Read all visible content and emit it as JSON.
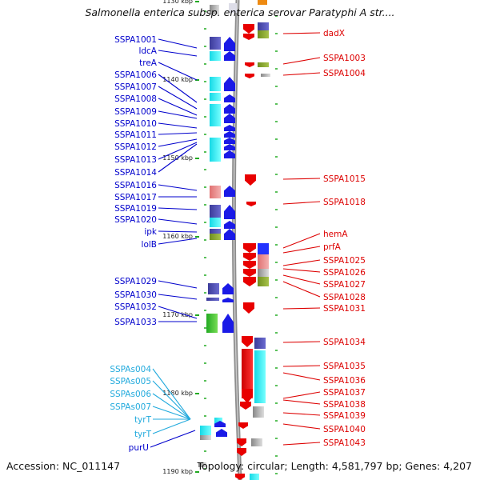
{
  "title": "Salmonella enterica subsp. enterica serovar Paratyphi A str....",
  "footer": {
    "accession": "Accession: NC_011147",
    "summary": "Topology: circular; Length: 4,581,797 bp; Genes: 4,207"
  },
  "colors": {
    "left_label": "#0000cc",
    "srna_label": "#22aadd",
    "right_label": "#dd0000",
    "backbone": "#999999",
    "tick": "#22aa22"
  },
  "axis_ticks": [
    "1130 kbp",
    "1140 kbp",
    "1150 kbp",
    "1160 kbp",
    "1170 kbp",
    "1180 kbp",
    "1190 kbp"
  ],
  "left_genes": [
    "SSPA1001",
    "ldcA",
    "treA",
    "SSPA1006",
    "SSPA1007",
    "SSPA1008",
    "SSPA1009",
    "SSPA1010",
    "SSPA1011",
    "SSPA1012",
    "SSPA1013",
    "SSPA1014",
    "SSPA1016",
    "SSPA1017",
    "SSPA1019",
    "SSPA1020",
    "ipk",
    "lolB",
    "SSPA1029",
    "SSPA1030",
    "SSPA1032",
    "SSPA1033"
  ],
  "srna_genes": [
    "SSPAs004",
    "SSPAs005",
    "SSPAs006",
    "SSPAs007",
    "tyrT",
    "tyrT"
  ],
  "left_bottom_genes": [
    "purU"
  ],
  "right_genes": [
    "dadX",
    "SSPA1003",
    "SSPA1004",
    "SSPA1015",
    "SSPA1018",
    "hemA",
    "prfA",
    "SSPA1025",
    "SSPA1026",
    "SSPA1027",
    "SSPA1028",
    "SSPA1031",
    "SSPA1034",
    "SSPA1035",
    "SSPA1036",
    "SSPA1037",
    "SSPA1038",
    "SSPA1039",
    "SSPA1040",
    "SSPA1043"
  ]
}
